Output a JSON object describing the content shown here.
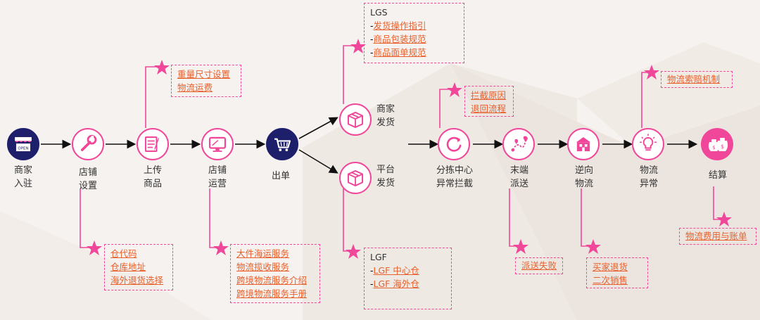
{
  "steps": {
    "merchant_join": [
      "商家",
      "入驻"
    ],
    "shop_setup": [
      "店铺",
      "设置"
    ],
    "upload": [
      "上传",
      "商品"
    ],
    "shop_ops": [
      "店铺",
      "运营"
    ],
    "order": "出单",
    "merchant_ship": [
      "商家",
      "发货"
    ],
    "platform_ship": [
      "平台",
      "发货"
    ],
    "sorting": [
      "分拣中心",
      "异常拦截"
    ],
    "last_mile": [
      "末端",
      "派送"
    ],
    "reverse": [
      "逆向",
      "物流"
    ],
    "exception": [
      "物流",
      "异常"
    ],
    "settlement": "结算"
  },
  "notes": {
    "lgs": {
      "title": "LGS",
      "items": [
        "发货操作指引",
        "商品包装规范",
        "商品面单规范"
      ]
    },
    "upload": [
      "重量尺寸设置",
      "物流运费"
    ],
    "intercept": [
      "拦截原因",
      "退回流程"
    ],
    "claim": [
      "物流索赔机制"
    ],
    "shop_setup": [
      "仓代码",
      "仓库地址",
      "海外退货选择"
    ],
    "shop_ops": [
      "大件海运服务",
      "物流揽收服务",
      "跨境物流服务介绍",
      "跨境物流服务手册"
    ],
    "lgf": {
      "title": "LGF",
      "items": [
        "LGF 中心仓",
        "LGF 海外仓"
      ]
    },
    "delivery_fail": [
      "派送失败"
    ],
    "reverse": [
      "买家退货",
      "二次销售"
    ],
    "settlement": [
      "物流费用与账单"
    ]
  },
  "icons": {
    "merchant_join": "storefront-open-icon",
    "shop_setup": "wrench-icon",
    "upload": "document-pen-icon",
    "shop_ops": "monitor-icon",
    "order": "shopping-cart-icon",
    "merchant_ship": "package-box-icon",
    "platform_ship": "package-box-icon",
    "sorting": "refresh-arrow-icon",
    "last_mile": "route-pin-icon",
    "reverse": "building-icon",
    "exception": "lightbulb-icon",
    "settlement": "money-bags-icon",
    "shop_sign": "OPEN"
  },
  "colors": {
    "accent": "#f0479a",
    "link": "#e8602c",
    "navy": "#1e1f6b",
    "arrow": "#111111"
  }
}
